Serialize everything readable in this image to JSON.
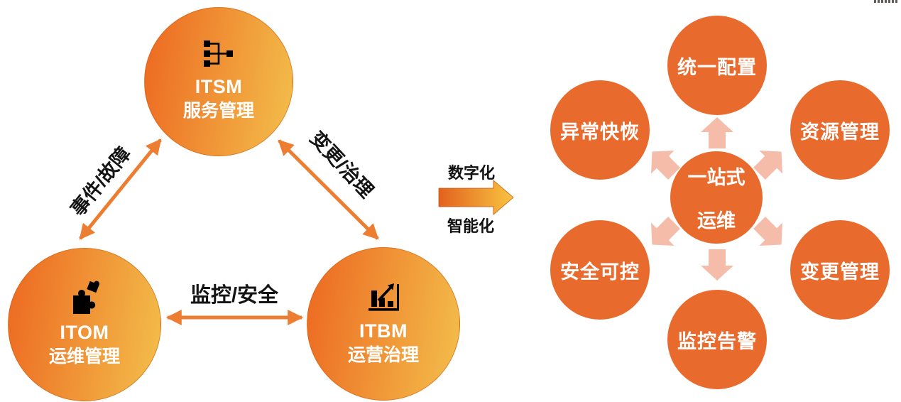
{
  "left_diagram": {
    "nodes": [
      {
        "id": "itsm",
        "acronym": "ITSM",
        "label": "服务管理",
        "icon": "sitemap-icon"
      },
      {
        "id": "itom",
        "acronym": "ITOM",
        "label": "运维管理",
        "icon": "puzzle-icon"
      },
      {
        "id": "itbm",
        "acronym": "ITBM",
        "label": "运营治理",
        "icon": "growth-chart-icon"
      }
    ],
    "edges": [
      {
        "label": "事件/故障",
        "between": "ITOM-ITSM"
      },
      {
        "label": "变更/治理",
        "between": "ITSM-ITBM"
      },
      {
        "label": "监控/安全",
        "between": "ITOM-ITBM"
      }
    ]
  },
  "transition": {
    "top_label": "数字化",
    "bottom_label": "智能化",
    "icon": "right-block-arrow"
  },
  "right_diagram": {
    "center": {
      "line1": "一站式",
      "line2": "运维"
    },
    "satellites": [
      {
        "label": "统一配置",
        "position": "top"
      },
      {
        "label": "资源管理",
        "position": "top-right"
      },
      {
        "label": "变更管理",
        "position": "bottom-right"
      },
      {
        "label": "监控告警",
        "position": "bottom"
      },
      {
        "label": "安全可控",
        "position": "bottom-left"
      },
      {
        "label": "异常快恢",
        "position": "top-left"
      }
    ],
    "outward_arrow_icon": "block-arrow"
  },
  "colors": {
    "solid_circle": "#E96A2D",
    "gradient_start": "#ED6E24",
    "gradient_end": "#F3BD4A",
    "connector_arrow": "#ED7D31",
    "outward_arrow": "#F5BCA9",
    "circle_text": "#FFFFFF",
    "label_text": "#141414",
    "icon_color": "#000000"
  }
}
